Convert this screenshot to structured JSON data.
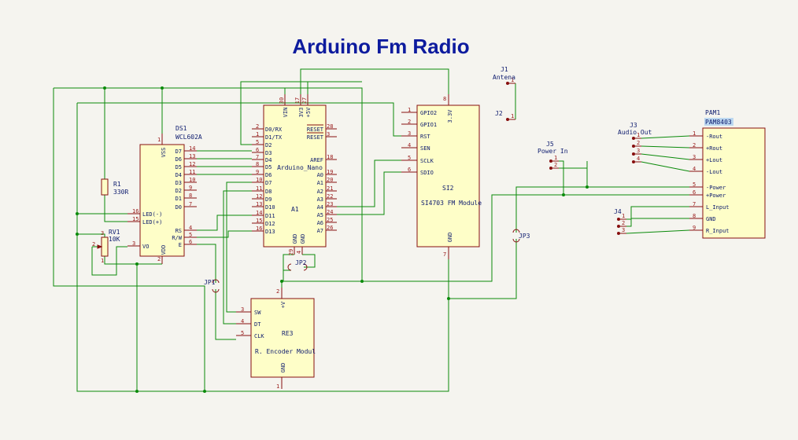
{
  "title": "Arduino Fm Radio",
  "colors": {
    "background": "#f5f4ef",
    "wire": "#0a8a0a",
    "body": "#870f0f",
    "fill": "#fefec8",
    "text": "#0d1b6e",
    "title": "#0d1b9e",
    "pinnum": "#9a1a1a",
    "highlight": "#bcd8f0"
  },
  "components": {
    "ds1": {
      "ref": "DS1",
      "value": "WCL602A",
      "left_pins": [
        {
          "name": "LED(-)",
          "num": "16"
        },
        {
          "name": "LED(+)",
          "num": "15"
        },
        {
          "name": "VO",
          "num": "3"
        }
      ],
      "right_pins": [
        {
          "name": "D7",
          "num": "14"
        },
        {
          "name": "D6",
          "num": "13"
        },
        {
          "name": "D5",
          "num": "12"
        },
        {
          "name": "D4",
          "num": "11"
        },
        {
          "name": "D3",
          "num": "10"
        },
        {
          "name": "D2",
          "num": "9"
        },
        {
          "name": "D1",
          "num": "8"
        },
        {
          "name": "D0",
          "num": "7"
        },
        {
          "name": "RS",
          "num": "4"
        },
        {
          "name": "R/W",
          "num": "5"
        },
        {
          "name": "E",
          "num": "6"
        }
      ],
      "top_pin": {
        "name": "VSS",
        "num": "1"
      },
      "bottom_pin": {
        "name": "VDD",
        "num": "2"
      }
    },
    "r1": {
      "ref": "R1",
      "value": "330R"
    },
    "rv1": {
      "ref": "RV1",
      "value": "10K",
      "pins": [
        "2",
        "3",
        "1"
      ]
    },
    "a1": {
      "ref": "A1",
      "value": "Arduino_Nano",
      "top_pins": [
        {
          "name": "VIN",
          "num": "30"
        },
        {
          "name": "3V3",
          "num": "17"
        },
        {
          "name": "+5V",
          "num": "27"
        }
      ],
      "left_pins": [
        {
          "name": "D0/RX",
          "num": "2"
        },
        {
          "name": "D1/TX",
          "num": "1"
        },
        {
          "name": "D2",
          "num": "5"
        },
        {
          "name": "D3",
          "num": "6"
        },
        {
          "name": "D4",
          "num": "7"
        },
        {
          "name": "D5",
          "num": "8"
        },
        {
          "name": "D6",
          "num": "9"
        },
        {
          "name": "D7",
          "num": "10"
        },
        {
          "name": "D8",
          "num": "11"
        },
        {
          "name": "D9",
          "num": "12"
        },
        {
          "name": "D10",
          "num": "13"
        },
        {
          "name": "D11",
          "num": "14"
        },
        {
          "name": "D12",
          "num": "15"
        },
        {
          "name": "D13",
          "num": "16"
        }
      ],
      "right_pins": [
        {
          "name": "RESET",
          "num": "28"
        },
        {
          "name": "RESET",
          "num": "3"
        },
        {
          "name": "AREF",
          "num": "18"
        },
        {
          "name": "A0",
          "num": "19"
        },
        {
          "name": "A1",
          "num": "20"
        },
        {
          "name": "A2",
          "num": "21"
        },
        {
          "name": "A3",
          "num": "22"
        },
        {
          "name": "A4",
          "num": "23"
        },
        {
          "name": "A5",
          "num": "24"
        },
        {
          "name": "A6",
          "num": "25"
        },
        {
          "name": "A7",
          "num": "26"
        }
      ],
      "bottom_pins": [
        {
          "name": "GND",
          "num": "29"
        },
        {
          "name": "GND",
          "num": "4"
        }
      ]
    },
    "u2": {
      "ref": "SI2",
      "value": "SI4703 FM Module",
      "top_pin": {
        "name": "3.3V",
        "num": "8"
      },
      "left_pins": [
        {
          "name": "GPIO2",
          "num": "1"
        },
        {
          "name": "GPIO1",
          "num": "2"
        },
        {
          "name": "RST",
          "num": "3"
        },
        {
          "name": "SEN",
          "num": "4"
        },
        {
          "name": "SCLK",
          "num": "5"
        },
        {
          "name": "SDIO",
          "num": "6"
        }
      ],
      "bottom_pin": {
        "name": "GND",
        "num": "7"
      }
    },
    "j1": {
      "ref": "J1",
      "value": "Antena",
      "pin": "1"
    },
    "j2": {
      "ref": "J2",
      "pin": "1"
    },
    "j3": {
      "ref": "J3",
      "value": "Audio Out",
      "pins": [
        "1",
        "2",
        "3",
        "4"
      ]
    },
    "j4": {
      "ref": "J4",
      "pins": [
        "1",
        "2",
        "3"
      ]
    },
    "j5": {
      "ref": "J5",
      "value": "Power In",
      "pins": [
        "1",
        "2"
      ]
    },
    "pam1": {
      "ref": "PAM1",
      "value": "PAM8403",
      "pins": [
        {
          "name": "-Rout",
          "num": "1"
        },
        {
          "name": "+Rout",
          "num": "2"
        },
        {
          "name": "+Lout",
          "num": "3"
        },
        {
          "name": "-Lout",
          "num": "4"
        },
        {
          "name": "-Power",
          "num": "5"
        },
        {
          "name": "+Power",
          "num": "6"
        },
        {
          "name": "L_Input",
          "num": "7"
        },
        {
          "name": "GND",
          "num": "8"
        },
        {
          "name": "R_Input",
          "num": "9"
        }
      ]
    },
    "re3": {
      "ref": "RE3",
      "value": "R. Encoder Modul",
      "top_pin": {
        "name": "+V",
        "num": "2"
      },
      "left_pins": [
        {
          "name": "SW",
          "num": "3"
        },
        {
          "name": "DT",
          "num": "4"
        },
        {
          "name": "CLK",
          "num": "5"
        }
      ],
      "bottom_pin": {
        "name": "GND",
        "num": "1"
      }
    },
    "jp1": {
      "ref": "JP1"
    },
    "jp2": {
      "ref": "JP2"
    },
    "jp3": {
      "ref": "JP3"
    }
  }
}
